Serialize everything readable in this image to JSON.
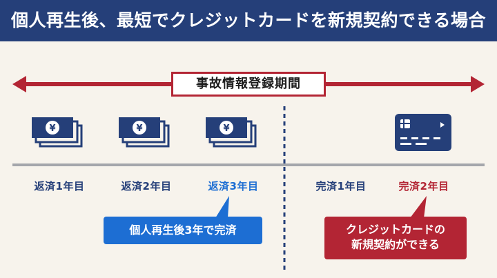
{
  "header": {
    "title": "個人再生後、最短でクレジットカードを新規契約できる場合"
  },
  "period": {
    "label": "事故情報登録期間"
  },
  "years": [
    {
      "label": "返済1年目",
      "color": "#253f79"
    },
    {
      "label": "返済2年目",
      "color": "#253f79"
    },
    {
      "label": "返済3年目",
      "color": "#1d6ed3"
    },
    {
      "label": "完済1年目",
      "color": "#253f79"
    },
    {
      "label": "完済2年目",
      "color": "#b32534"
    }
  ],
  "icons": [
    "money-stack-icon",
    "money-stack-icon",
    "money-stack-icon",
    "credit-card-icon"
  ],
  "callouts": {
    "repaid": "個人再生後3年で完済",
    "card_line1": "クレジットカードの",
    "card_line2": "新規契約ができる"
  },
  "colors": {
    "navy": "#253f79",
    "blue": "#1d6ed3",
    "red": "#b32534",
    "gray": "#a4a6ab",
    "background": "#f7f3ec"
  }
}
